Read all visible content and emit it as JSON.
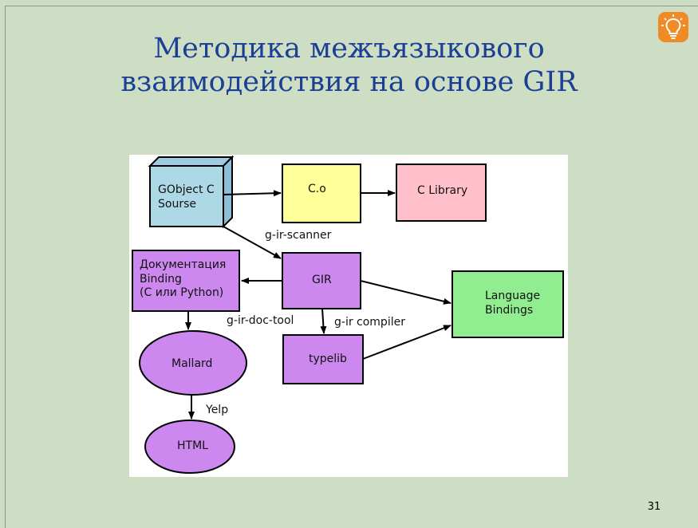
{
  "slide": {
    "title_line1": "Методика межъязыкового",
    "title_line2": "взаимодействия на основе GIR",
    "page_number": "31",
    "icon": "lightbulb-icon",
    "colors": {
      "background": "#cddec4",
      "title": "#1c3f94",
      "icon_bg": "#f08a24"
    }
  },
  "diagram": {
    "nodes": {
      "gobject_line1": "GObject C",
      "gobject_line2": "Sourse",
      "co": "C.o",
      "clib": "C Library",
      "gir": "GIR",
      "doc_line1": "Документация",
      "doc_line2": "Binding",
      "doc_line3": "(C или Python)",
      "lang_line1": "Language",
      "lang_line2": "Bindings",
      "typelib": "typelib",
      "mallard": "Mallard",
      "html": "HTML"
    },
    "edge_labels": {
      "scanner": "g-ir-scanner",
      "doctool": "g-ir-doc-tool",
      "compiler": "g-ir compiler",
      "yelp": "Yelp"
    },
    "colors": {
      "gobject": "#add8e6",
      "co": "#ffff99",
      "clib": "#ffc0cb",
      "purple": "#cc88ee",
      "lang": "#90ee90"
    }
  }
}
